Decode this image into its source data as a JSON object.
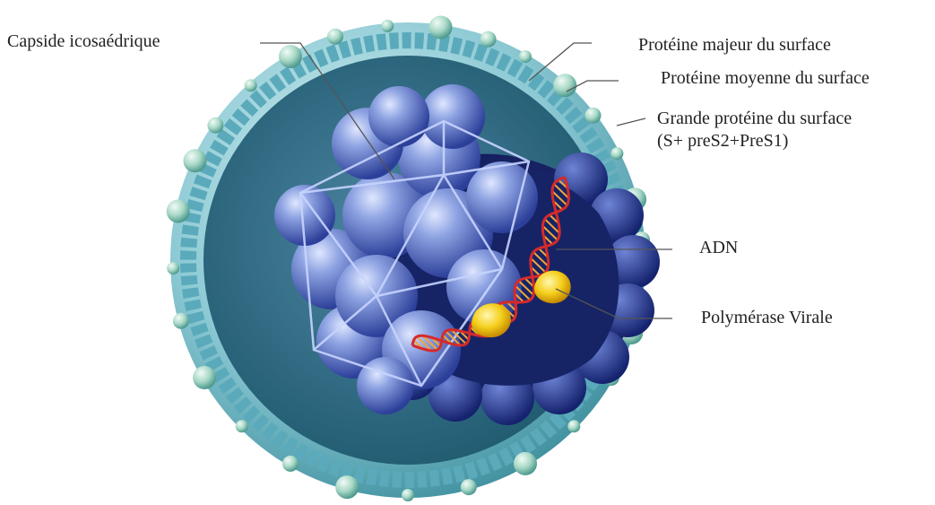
{
  "labels": {
    "capsid": "Capside icosaédrique",
    "major_surface_protein": "Protéine majeur du surface",
    "middle_surface_protein": "Protéine moyenne du surface",
    "large_surface_protein_line1": "Grande protéine du surface",
    "large_surface_protein_line2": "(S+ preS2+PreS1)",
    "dna": "ADN",
    "polymerase": "Polymérase Virale"
  },
  "colors": {
    "envelope_light": "#a9dbe3",
    "envelope_mid": "#6fb8c6",
    "envelope_dark": "#2f7f8f",
    "surface_protein": "#b8e0cf",
    "capsid_light": "#a6b8ec",
    "capsid_mid": "#5c74c4",
    "capsid_dark": "#1e2f86",
    "core_interior": "#1a2a70",
    "dna_strand": "#d62a2a",
    "dna_rung": "#f2a53a",
    "polymerase": "#f4cc1c",
    "leader_line": "#444444"
  }
}
